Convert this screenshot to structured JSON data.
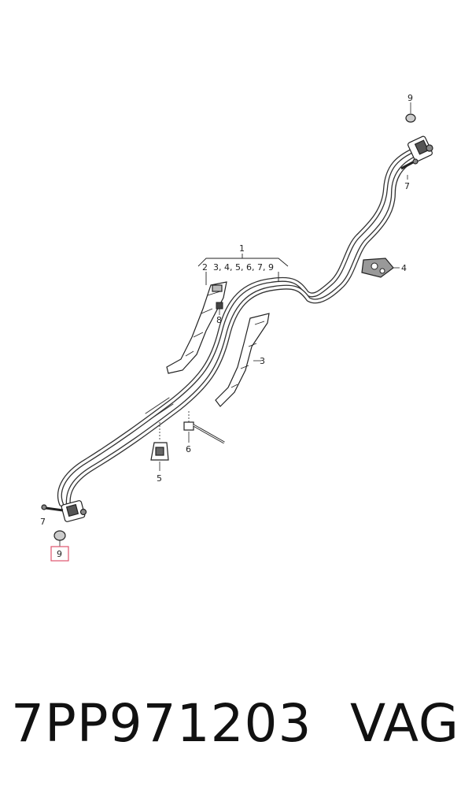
{
  "diagram": {
    "group_label": "1",
    "group_items": "2  3, 4, 5, 6, 7, 9",
    "callouts": {
      "c9_top": "9",
      "c7_top": "7",
      "c4": "4",
      "c2": "2",
      "c8": "8",
      "c3": "3",
      "c6": "6",
      "c5": "5",
      "c7_bottom": "7",
      "c9_bottom": "9"
    },
    "highlight_color": "#e0556e"
  },
  "footer": {
    "part_number": "7PP971203",
    "brand": "VAG"
  }
}
